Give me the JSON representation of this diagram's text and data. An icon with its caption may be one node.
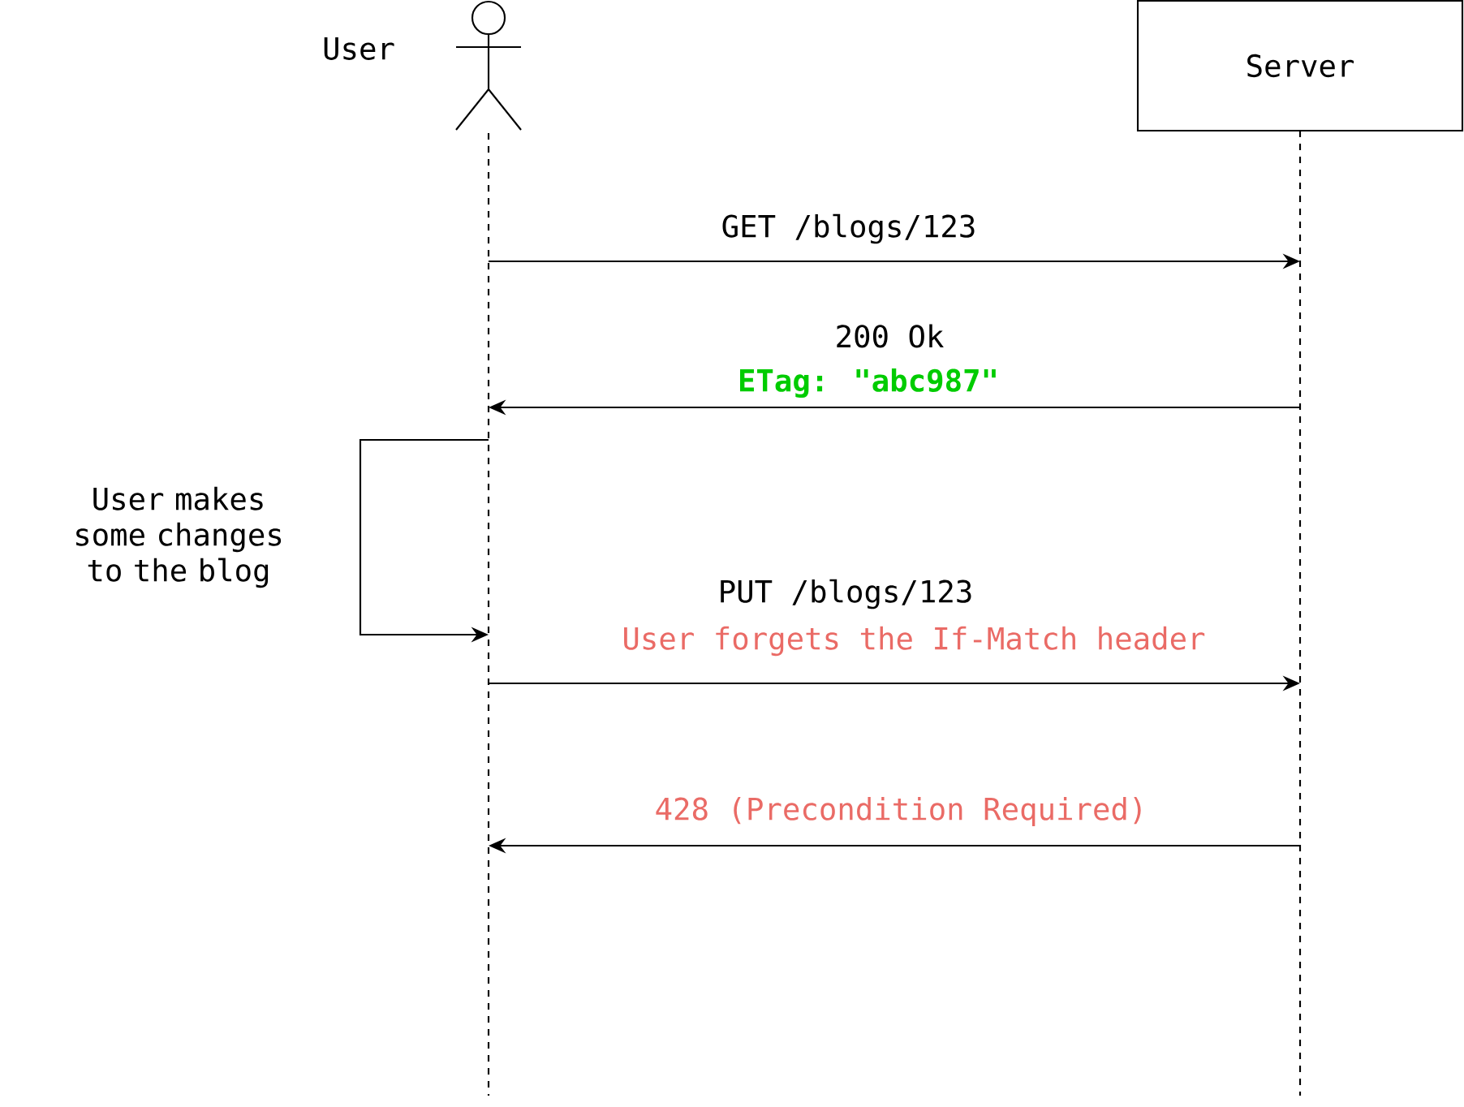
{
  "diagram": {
    "nodes": [
      {
        "text": [],
        "shape": "person",
        "beside": [
          "User"
        ]
      },
      {
        "text": [
          "Server"
        ]
      }
    ],
    "edges": [
      {
        "from": 0,
        "to": 1,
        "arrow": "to",
        "label": "GET /blogs/123"
      },
      {
        "from": 1,
        "to": 0,
        "arrow": "to",
        "label": "200 Ok"
      },
      {
        "from": 0,
        "to": 0,
        "arrow": "to",
        "label": "User makes some changes to the blog"
      },
      {
        "from": 0,
        "to": 1,
        "arrow": "to",
        "label": "PUT /blogs/123"
      },
      {
        "from": 1,
        "to": 0,
        "arrow": "to",
        "label": "428 (Precondition Required)"
      }
    ],
    "labels": [
      "ETag: \"abc987\"",
      "User forgets the If-Match header"
    ]
  }
}
